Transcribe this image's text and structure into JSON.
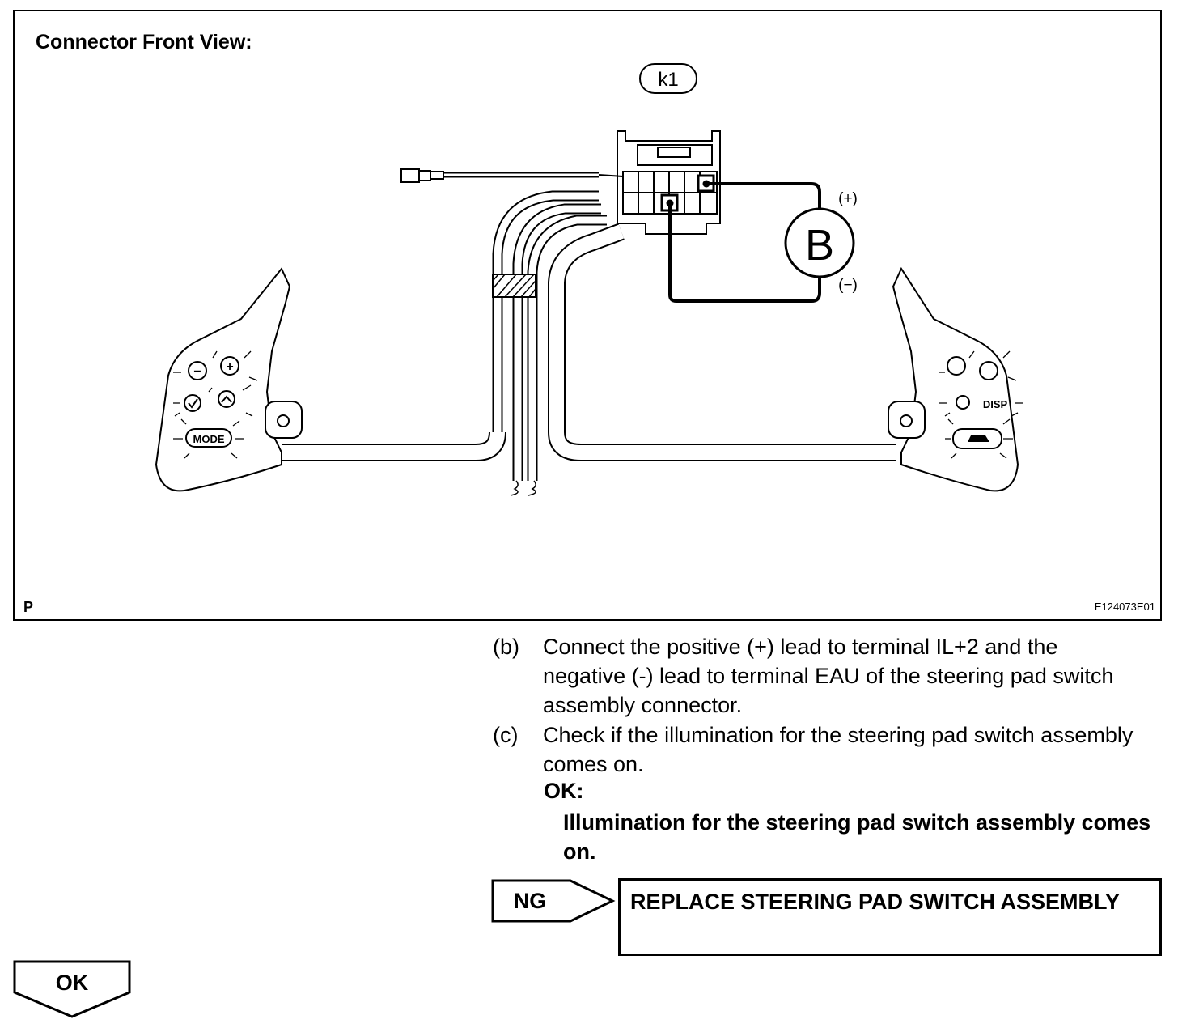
{
  "figure": {
    "title": "Connector Front View:",
    "plate_letter": "P",
    "image_code": "E124073E01",
    "connector_label": "k1",
    "meter_label": "B",
    "positive_label": "(+)",
    "negative_label": "(−)",
    "left_pad_buttons": [
      "MODE"
    ],
    "right_pad_buttons": [
      "DISP"
    ]
  },
  "steps": [
    {
      "label": "(b)",
      "text": "Connect the positive (+) lead to terminal IL+2 and the negative (-) lead to terminal EAU of the steering pad switch assembly connector."
    },
    {
      "label": "(c)",
      "text": "Check if the illumination for the steering pad switch assembly comes on."
    }
  ],
  "result": {
    "ok_heading": "OK:",
    "ok_text": "Illumination for the steering pad switch assembly comes on."
  },
  "ng": {
    "label": "NG",
    "action": "REPLACE STEERING PAD SWITCH ASSEMBLY"
  },
  "ok_flow": {
    "label": "OK"
  }
}
